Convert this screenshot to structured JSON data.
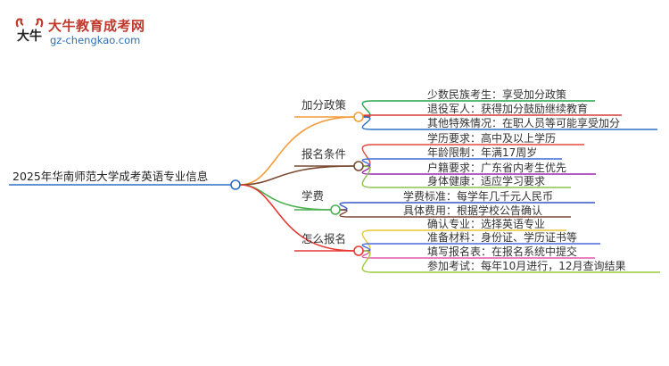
{
  "brand": {
    "title": "大牛教育成考网",
    "url": "gz-chengkao.com",
    "mark_text": "大牛"
  },
  "root": {
    "label": "2025年华南师范大学成考英语专业信息"
  },
  "branches": [
    {
      "label": "加分政策",
      "color": "#f39c3c",
      "leaves": [
        {
          "text": "少数民族考生：享受加分政策",
          "color": "#27a34a"
        },
        {
          "text": "退役军人：获得加分鼓励继续教育",
          "color": "#d63a3a"
        },
        {
          "text": "其他特殊情况：在职人员等可能享受加分",
          "color": "#2d6fc4"
        }
      ]
    },
    {
      "label": "报名条件",
      "color": "#7b4a33",
      "leaves": [
        {
          "text": "学历要求：高中及以上学历",
          "color": "#e24a3a"
        },
        {
          "text": "年龄限制：年满17周岁",
          "color": "#3f6cd9"
        },
        {
          "text": "户籍要求：广东省内考生优先",
          "color": "#9c27b0"
        },
        {
          "text": "身体健康：适应学习要求",
          "color": "#8bc34a"
        }
      ]
    },
    {
      "label": "学费",
      "color": "#4caf50",
      "leaves": [
        {
          "text": "学费标准：每学年几千元人民币",
          "color": "#3556c7"
        },
        {
          "text": "具体费用：根据学校公告确认",
          "color": "#7b4a33"
        }
      ]
    },
    {
      "label": "怎么报名",
      "color": "#e53935",
      "leaves": [
        {
          "text": "确认专业：选择英语专业",
          "color": "#e5c73a"
        },
        {
          "text": "准备材料：身份证、学历证书等",
          "color": "#4a6ad9"
        },
        {
          "text": "填写报名表：在报名系统中提交",
          "color": "#e05aa8"
        },
        {
          "text": "参加考试：每年10月进行，12月查询结果",
          "color": "#9ccc3a"
        }
      ]
    }
  ],
  "colors": {
    "root": "#2d6fc4"
  }
}
